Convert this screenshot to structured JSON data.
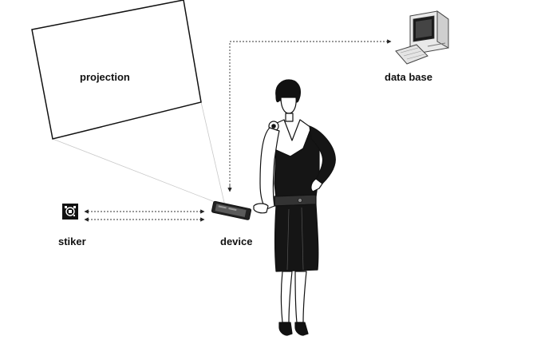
{
  "labels": {
    "projection": "projection",
    "database": "data base",
    "stiker": "stiker",
    "device": "device"
  },
  "colors": {
    "ink": "#111111",
    "connector": "#333333",
    "beam": "#bdbdbd",
    "paper": "#ffffff",
    "dress": "#151515",
    "skin": "#ffffff"
  },
  "icons": {
    "stiker": "qr-sticker-icon",
    "database": "desktop-computer-icon",
    "device": "smartphone-icon",
    "person": "woman-figure-icon"
  }
}
